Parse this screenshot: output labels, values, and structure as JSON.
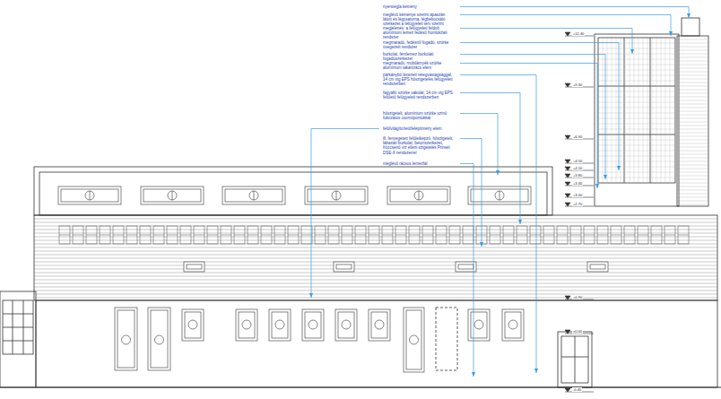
{
  "diagram": {
    "labels": [
      "nyerstégla kémény",
      "meglévő kéménye szerint apaszán látott és légcsatorna, légbebocsátó szerkezet a felügyeleti terv szerint",
      "megjelenés: a felügyeleti feldolt alumínium lemez fedésű homlokzati rendszer",
      "megmaradó, fedésről fogadó, szürke üvegezett rendszer",
      "burkolat, fémlemez burkolati fogadószerkezet",
      "megmaradó, mobilárnyék szürke alumínium takarórács elem",
      "párkánybő lécezett rétegvastagsággal, 14 cm vtg EPS hőszigetelés felügyeleti rendszerben",
      "fagyálló szürke vakolat, 14 cm vtg EPS felületű felügyeleti rendszerben",
      "hőszigetelt, alumínium szürke színű fokozatos csomópontokkal",
      "felülvilágító/tetőfelépítmény elem",
      "ill. fenyegetett felületképző, hőszigetelt, lábazati burkolat, betonszerkezet, fröccsenő víz elleni szigetelés Prinsel DSE-X rendszerrel",
      "meglévő rácsos lemezfal",
      "+12.40",
      "+9.30",
      "+6.90",
      "+4.50",
      "+4.10",
      "+3.80",
      "+3.40",
      "+3.00",
      "+2.70",
      "+0.90",
      "±0.00",
      "-0.40"
    ]
  }
}
